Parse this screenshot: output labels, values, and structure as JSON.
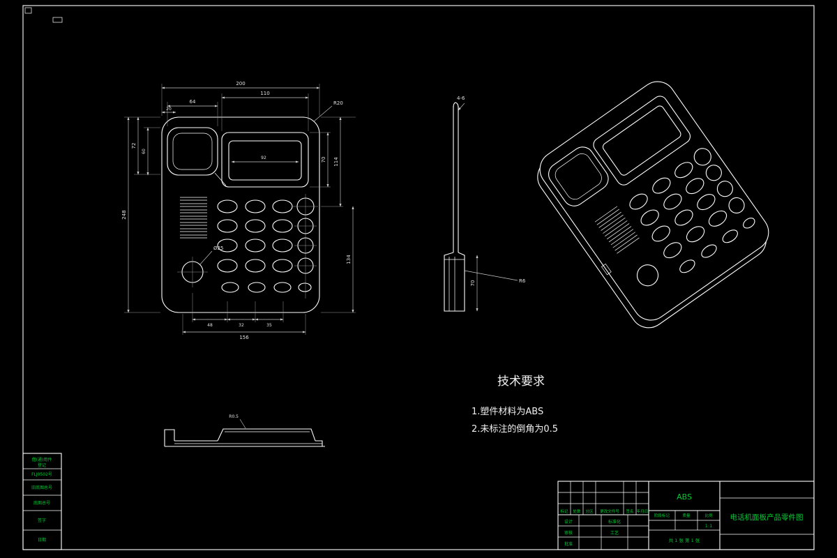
{
  "colors": {
    "background": "#000000",
    "line_color": "#ffffff",
    "dim_color": "#c8c8c8",
    "annotation_green": "#00cc33"
  },
  "tech_requirements": {
    "title": "技术要求",
    "item1": "1.塑件材料为ABS",
    "item2": "2.未标注的倒角为0.5"
  },
  "front_view": {
    "dims": {
      "total_width": "200",
      "display_width": "110",
      "display_inner_width": "92",
      "handset_width": "64",
      "handset_offset": "20",
      "total_height": "248",
      "upper_height": "72",
      "handset_height": "60",
      "display_height": "70",
      "right_upper": "114",
      "right_lower": "134",
      "corner_radius": "R20",
      "dial_diameter": "Ø25",
      "bottom_seg1": "48",
      "bottom_seg2": "32",
      "bottom_seg3": "35",
      "bottom_total": "156"
    }
  },
  "side_view": {
    "dims": {
      "hole_note": "4-6",
      "bracket_height": "70",
      "fillet": "R6"
    }
  },
  "section_view": {
    "dims": {
      "fillet": "R0.5"
    }
  },
  "title_block": {
    "material": "ABS",
    "drawing_title": "电话机面板产品零件图",
    "rev_row": {
      "mark": "标记",
      "count": "处数",
      "zone": "分区",
      "doc_no": "更改文件号",
      "sign": "签名",
      "date": "年月日"
    },
    "roles": {
      "design": "设计",
      "check": "审核",
      "standard": "标准化",
      "process": "工艺",
      "approve": "批准"
    },
    "stage_label": "阶段标记",
    "weight_label": "质量",
    "scale_label": "比例",
    "scale_value": "1:1",
    "sheet_info": "共 1 张 第 1 张"
  },
  "left_strip": {
    "row1a": "借(通)用件",
    "row1b": "登记",
    "row2": "FLJ0502号",
    "row3": "旧底图总号",
    "row4": "底图总号",
    "row5": "签字",
    "row6": "日期"
  }
}
